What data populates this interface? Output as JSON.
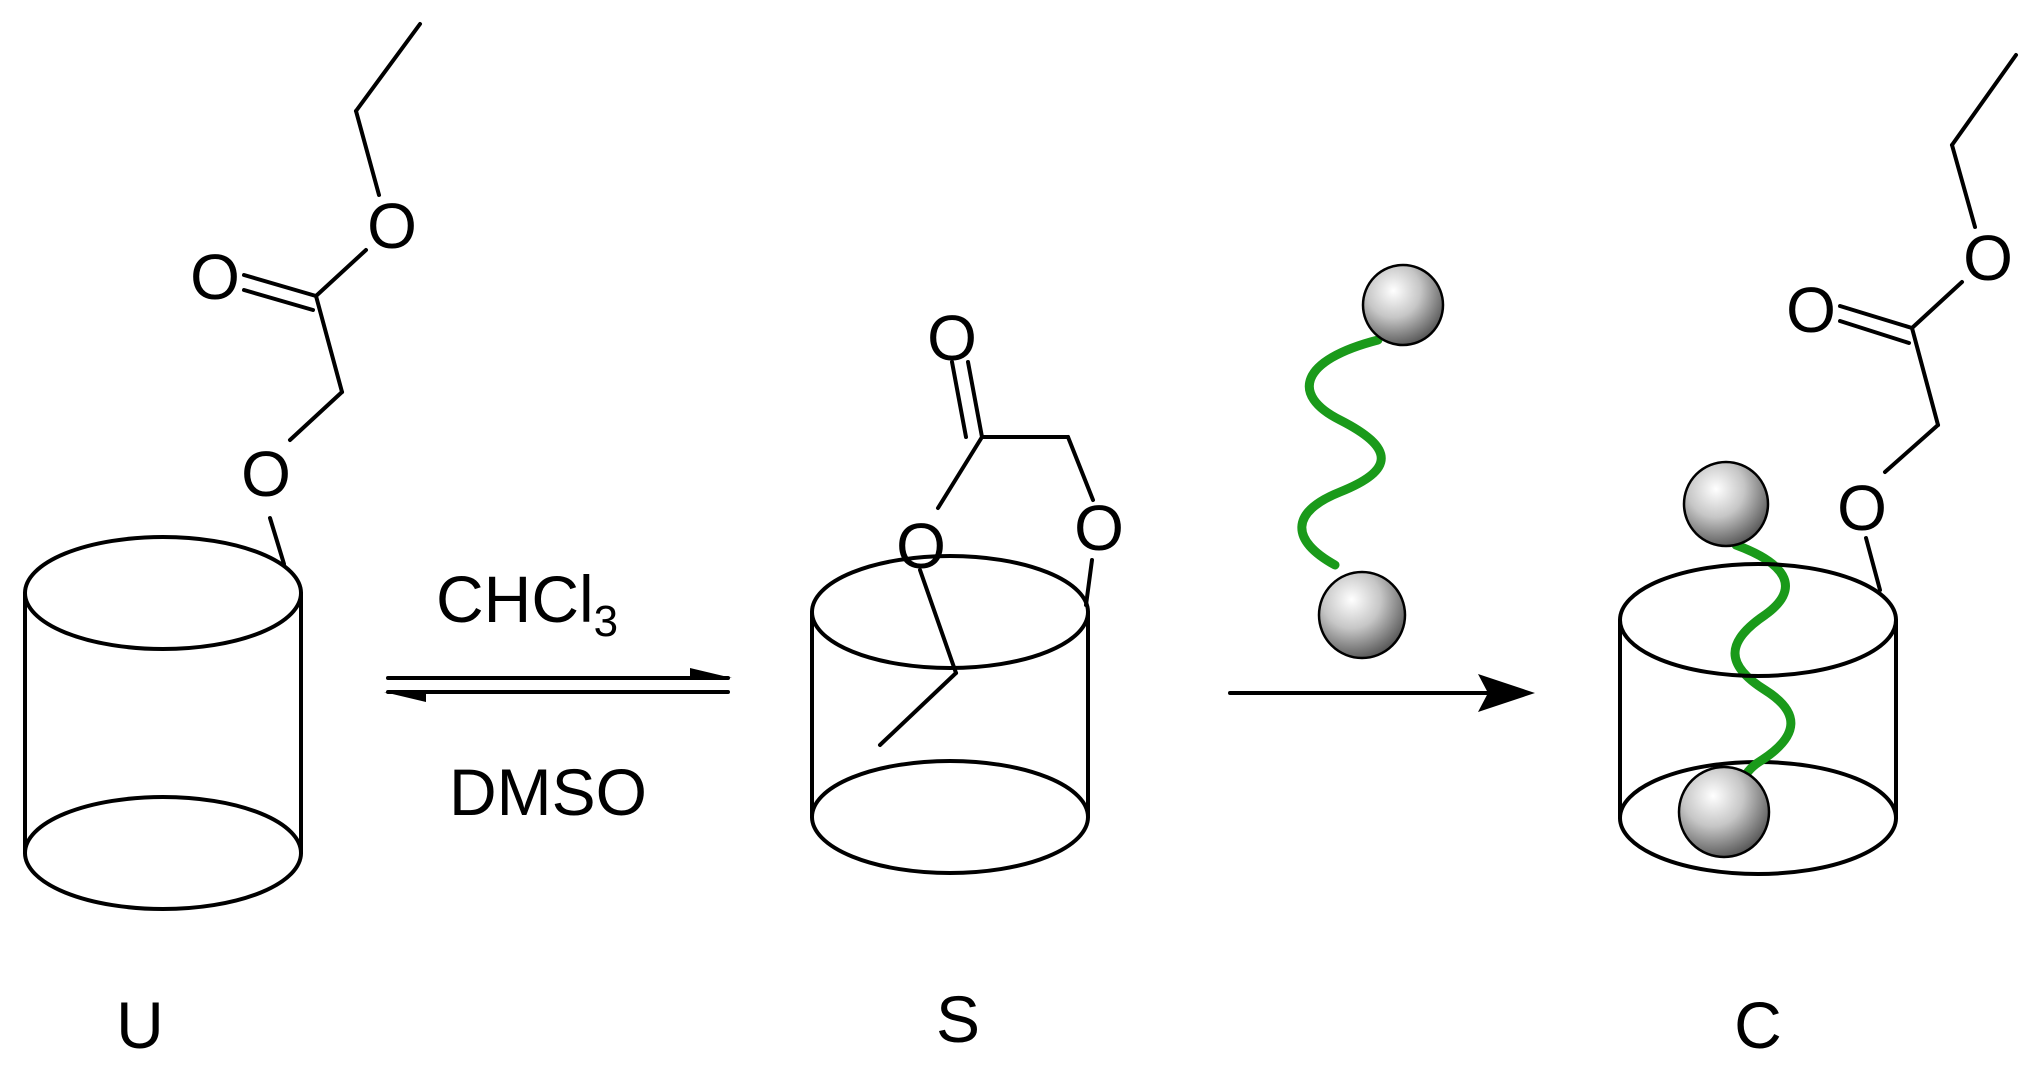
{
  "atoms": {
    "oxygen": "O"
  },
  "conditions": {
    "forward_main": "CHCl",
    "forward_subscript": "3",
    "reverse": "DMSO"
  },
  "compounds": {
    "unthreaded": "U",
    "self_included": "S",
    "complex": "C"
  },
  "colors": {
    "helix": "#1a9a1a",
    "ball_highlight": "#ffffff",
    "ball_shadow": "#555555",
    "lines": "#000000"
  },
  "icons": {
    "guest": "dumbbell-guest-icon",
    "host": "cyclodextrin-cylinder-icon"
  }
}
